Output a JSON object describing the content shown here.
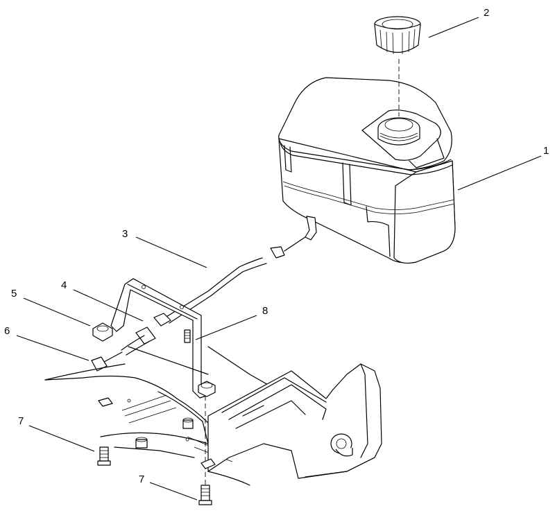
{
  "callouts": [
    {
      "id": "1",
      "label": "1",
      "part": "fuel-tank"
    },
    {
      "id": "2",
      "label": "2",
      "part": "fuel-cap"
    },
    {
      "id": "3",
      "label": "3",
      "part": "fuel-hose"
    },
    {
      "id": "4",
      "label": "4",
      "part": "hose-clamp"
    },
    {
      "id": "5",
      "label": "5",
      "part": "bracket-nut"
    },
    {
      "id": "6",
      "label": "6",
      "part": "fuel-shutoff"
    },
    {
      "id": "7a",
      "label": "7",
      "part": "bolt-left"
    },
    {
      "id": "7b",
      "label": "7",
      "part": "bolt-bottom"
    },
    {
      "id": "8",
      "label": "8",
      "part": "tank-bracket"
    }
  ],
  "colors": {
    "line": "#000000",
    "background": "#ffffff"
  }
}
